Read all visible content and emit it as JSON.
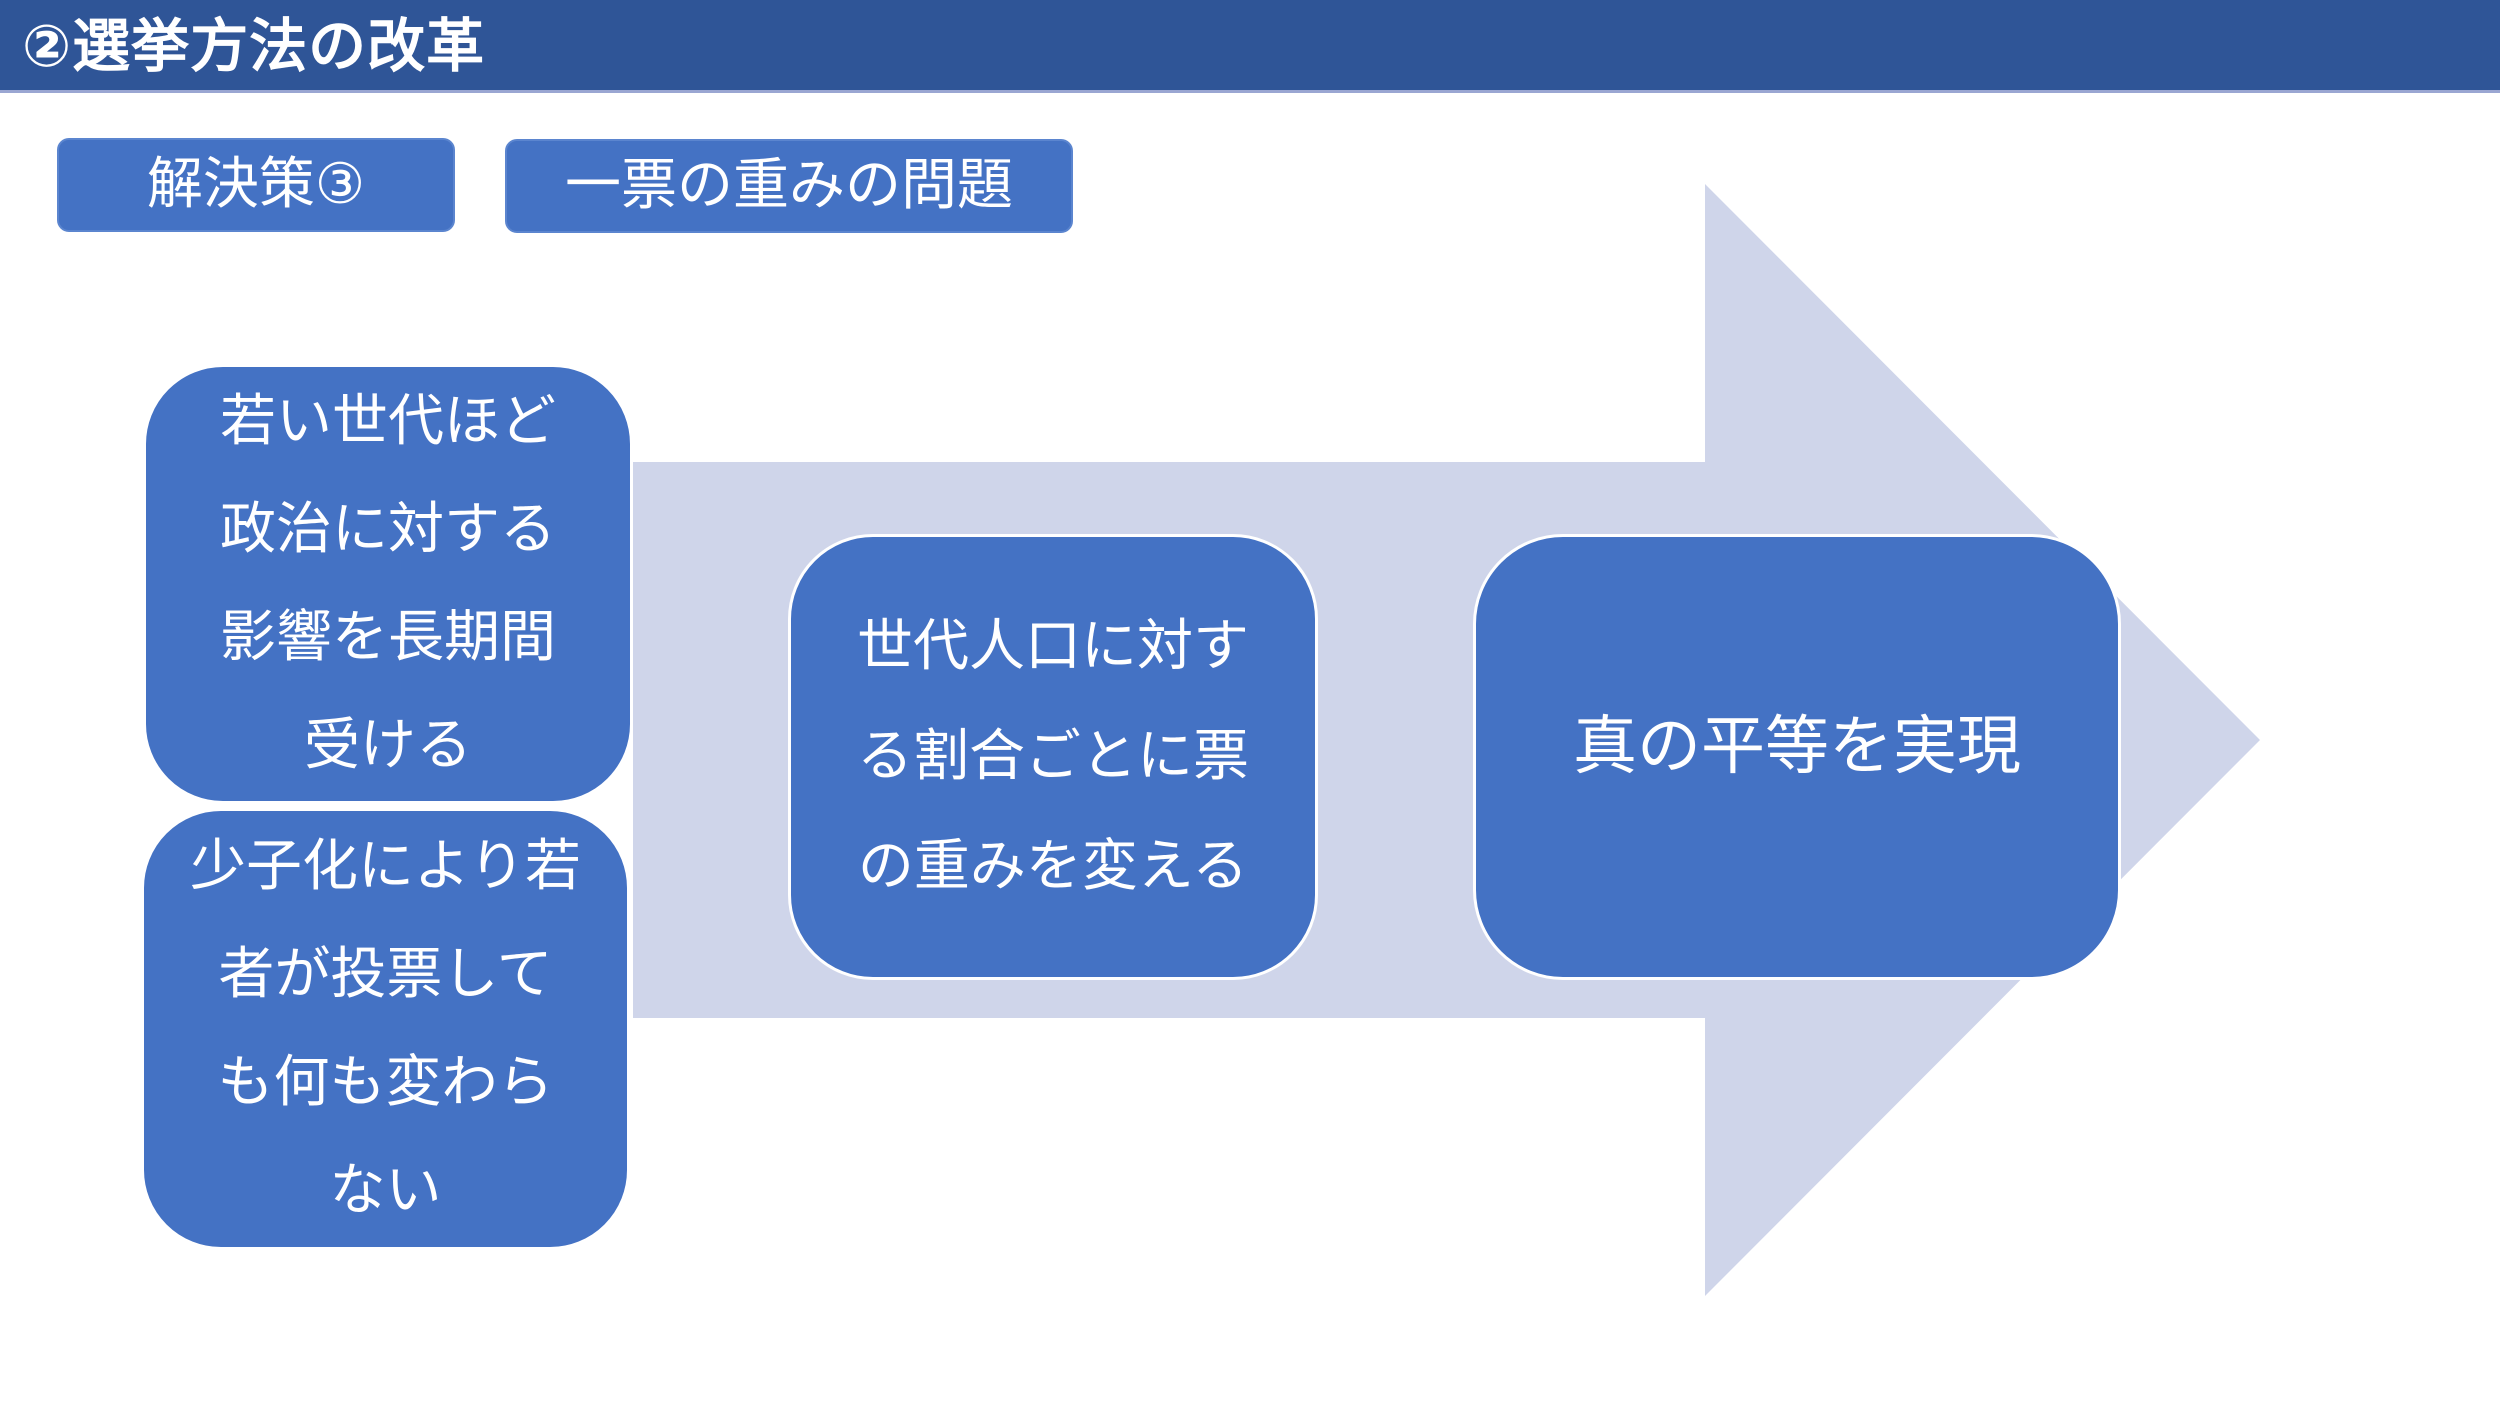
{
  "header": {
    "title": "②選挙方法の改革",
    "background_color": "#2F5597"
  },
  "labels": [
    {
      "text": "解決策③"
    },
    {
      "text": "一票の重みの問題"
    }
  ],
  "arrow": {
    "color": "#CFD5EA",
    "direction": "right"
  },
  "steps": [
    {
      "lines": [
        "若い世代ほど",
        "政治に対する",
        "影響を長期間",
        "受ける"
      ]
    },
    {
      "lines": [
        "少子化により若",
        "者が投票して",
        "も何も変わら",
        "ない"
      ]
    },
    {
      "lines": [
        "世代人口に対す",
        "る割合ごとに票",
        "の重みを変える"
      ]
    },
    {
      "lines": [
        "真の平等を実現"
      ]
    }
  ],
  "colors": {
    "box_fill": "#4472C4",
    "box_border": "#FFFFFF",
    "text": "#FFFFFF"
  }
}
